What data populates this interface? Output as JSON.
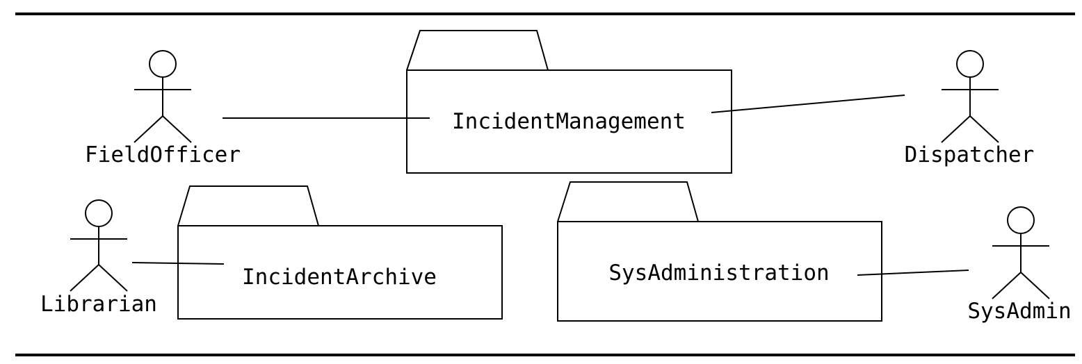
{
  "diagram": {
    "packages": {
      "incident_management": "IncidentManagement",
      "incident_archive": "IncidentArchive",
      "sys_administration": "SysAdministration"
    },
    "actors": {
      "field_officer": "FieldOfficer",
      "dispatcher": "Dispatcher",
      "librarian": "Librarian",
      "sys_admin": "SysAdmin"
    }
  }
}
